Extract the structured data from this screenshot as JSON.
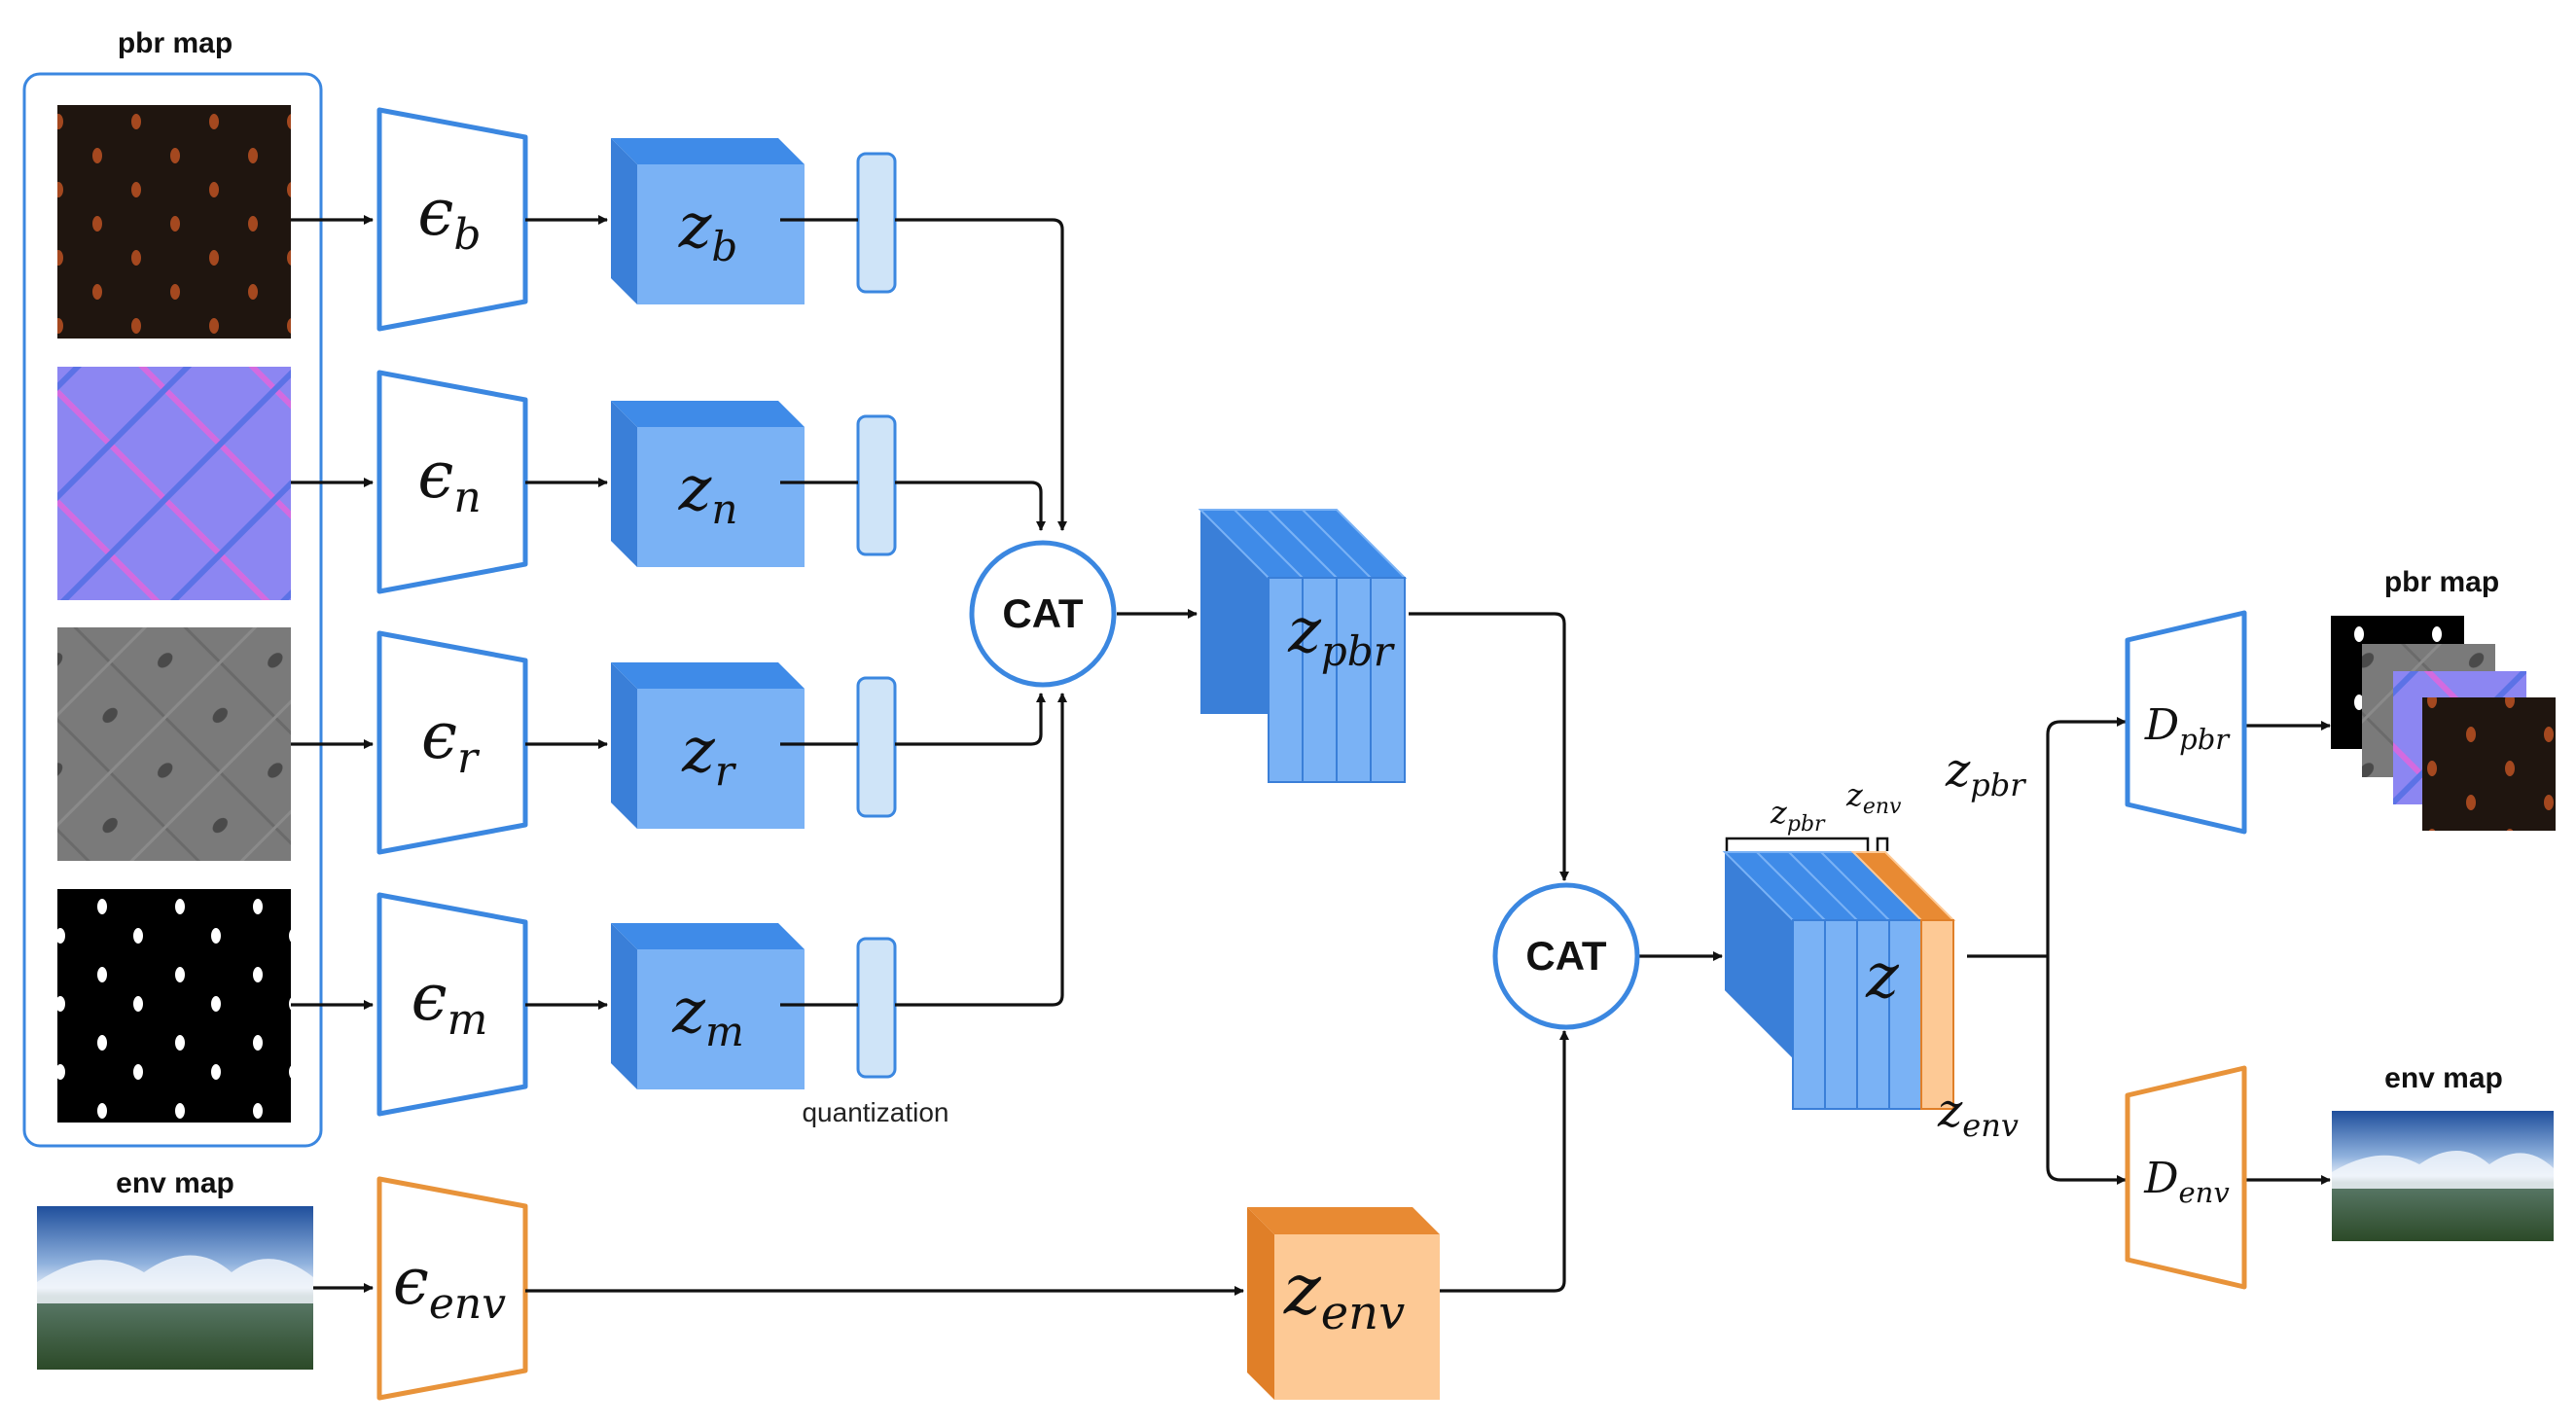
{
  "labels": {
    "pbr_map_in": "pbr map",
    "env_map_in": "env map",
    "pbr_map_out": "pbr map",
    "env_map_out": "env map",
    "quantization": "quantization",
    "cat": "CAT"
  },
  "encoders": [
    {
      "name": "ϵ",
      "sub": "b"
    },
    {
      "name": "ϵ",
      "sub": "n"
    },
    {
      "name": "ϵ",
      "sub": "r"
    },
    {
      "name": "ϵ",
      "sub": "m"
    },
    {
      "name": "ϵ",
      "sub": "env"
    }
  ],
  "latents": [
    {
      "name": "z",
      "sub": "b"
    },
    {
      "name": "z",
      "sub": "n"
    },
    {
      "name": "z",
      "sub": "r"
    },
    {
      "name": "z",
      "sub": "m"
    }
  ],
  "z_pbr": {
    "name": "z",
    "sub": "pbr"
  },
  "z_env": {
    "name": "z",
    "sub": "env"
  },
  "z": {
    "name": "z"
  },
  "bracket": {
    "pbr": {
      "name": "z",
      "sub": "pbr"
    },
    "env": {
      "name": "z",
      "sub": "env"
    }
  },
  "branch": {
    "pbr": {
      "name": "z",
      "sub": "pbr"
    },
    "env": {
      "name": "z",
      "sub": "env"
    }
  },
  "decoders": [
    {
      "name": "D",
      "sub": "pbr"
    },
    {
      "name": "D",
      "sub": "env"
    }
  ],
  "colors": {
    "blue_line": "#3b87e0",
    "cube_face": "#7ab2f5",
    "cube_top": "#3f8be8",
    "cube_side": "#3a7fd8",
    "quant_fill": "#cfe4f8",
    "orange_line": "#e8933a",
    "orange_face": "#fdc995",
    "orange_top": "#e88a33",
    "orange_side": "#e07f28"
  }
}
